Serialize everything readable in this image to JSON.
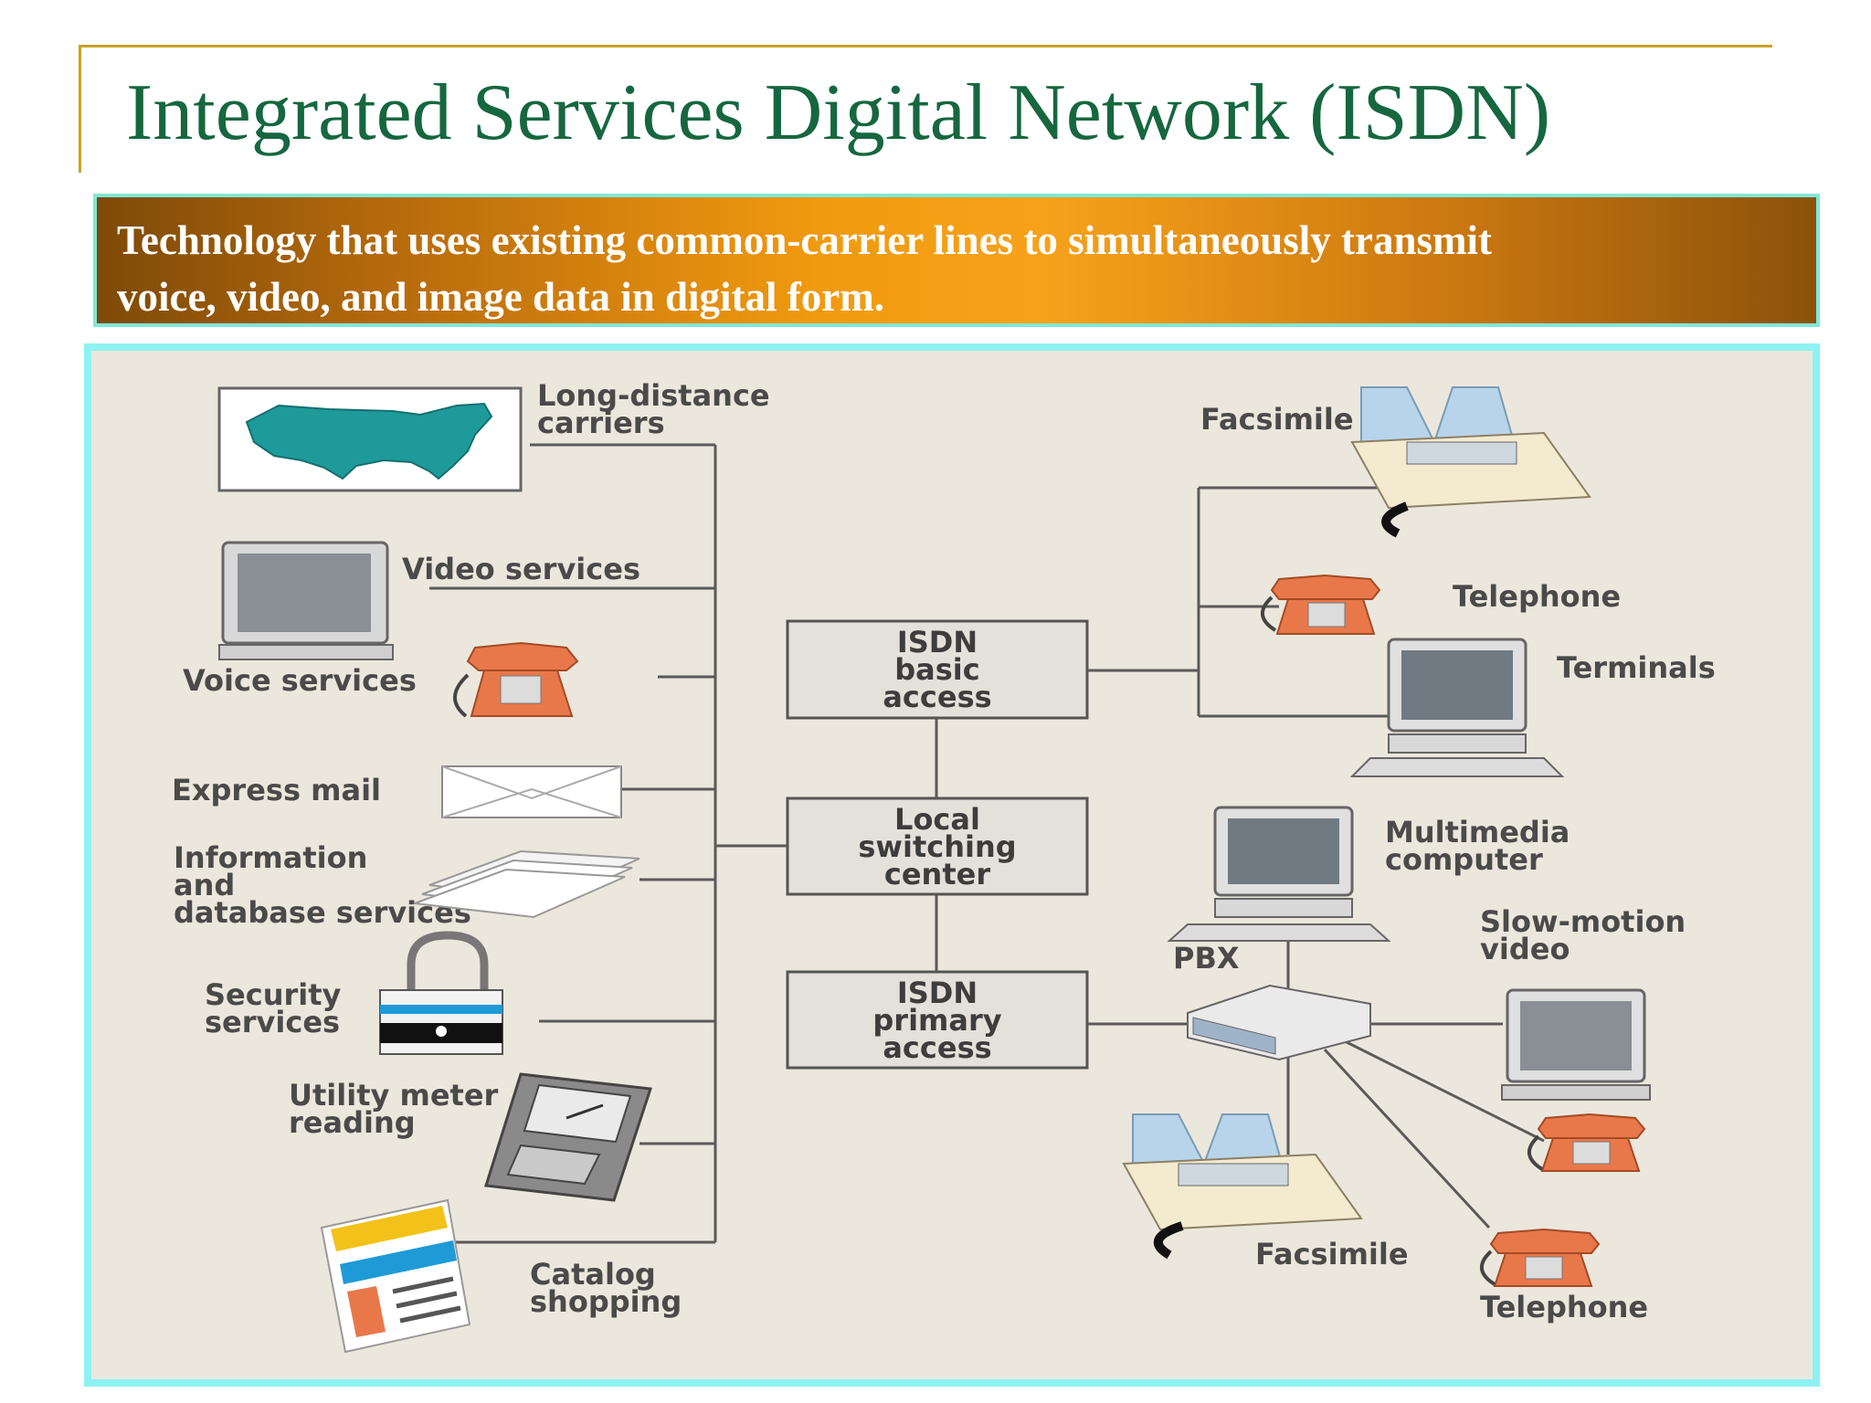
{
  "slide": {
    "title": "Integrated Services Digital Network (ISDN)",
    "definition_line1": "Technology that uses existing common-carrier lines to simultaneously transmit",
    "definition_line2": "voice, video, and image data in digital form."
  },
  "diagram": {
    "services": {
      "long_distance": [
        "Long-distance",
        "carriers"
      ],
      "video": "Video services",
      "voice": "Voice services",
      "express_mail": "Express mail",
      "information": [
        "Information",
        "and",
        "database services"
      ],
      "security": [
        "Security",
        "services"
      ],
      "utility": [
        "Utility meter",
        "reading"
      ],
      "catalog": [
        "Catalog",
        "shopping"
      ]
    },
    "boxes": {
      "basic_access": [
        "ISDN",
        "basic",
        "access"
      ],
      "local_switching": [
        "Local",
        "switching",
        "center"
      ],
      "primary_access": [
        "ISDN",
        "primary",
        "access"
      ]
    },
    "endpoints": {
      "facsimile_top": "Facsimile",
      "telephone_top": "Telephone",
      "terminals": "Terminals",
      "multimedia": [
        "Multimedia",
        "computer"
      ],
      "pbx": "PBX",
      "slow_motion": [
        "Slow-motion",
        "video"
      ],
      "facsimile_bottom": "Facsimile",
      "telephone_bottom": "Telephone"
    },
    "colors": {
      "phone": "#e8784a",
      "map": "#1e9a9a",
      "fax_paper": "#b8d4ea",
      "box_fill": "#e4e1da"
    },
    "icons": [
      "us-map-icon",
      "monitor-icon",
      "telephone-icon",
      "envelope-icon",
      "paper-stack-icon",
      "padlock-icon",
      "meter-reader-icon",
      "catalog-icon",
      "fax-machine-icon",
      "computer-terminal-icon",
      "pbx-unit-icon"
    ]
  }
}
